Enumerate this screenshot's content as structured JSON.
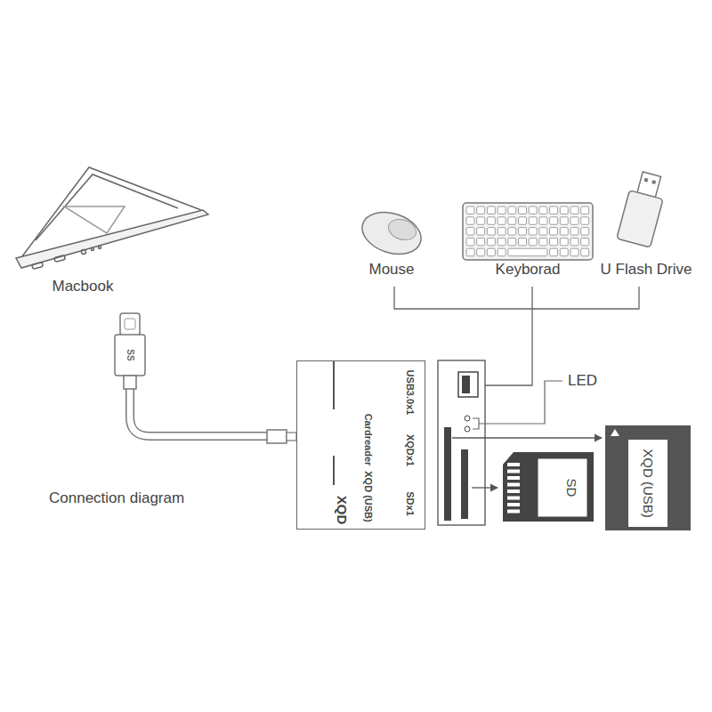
{
  "diagram": {
    "nodes": [
      {
        "text": [
          "Macbook"
        ]
      },
      {
        "text": [
          "Mouse"
        ]
      },
      {
        "text": [
          "Keyborad"
        ]
      },
      {
        "text": [
          "U Flash Drive"
        ]
      },
      {
        "text": [
          "XQD",
          "XQD (USB)",
          "Cardreader",
          "USB3.0x1",
          "XQDx1",
          "SDx1"
        ]
      },
      {
        "text": [
          "SD"
        ]
      },
      {
        "text": [
          "XQD (USB)"
        ]
      }
    ],
    "labels": [
      "SS",
      "LED",
      "Connection diagram"
    ]
  }
}
